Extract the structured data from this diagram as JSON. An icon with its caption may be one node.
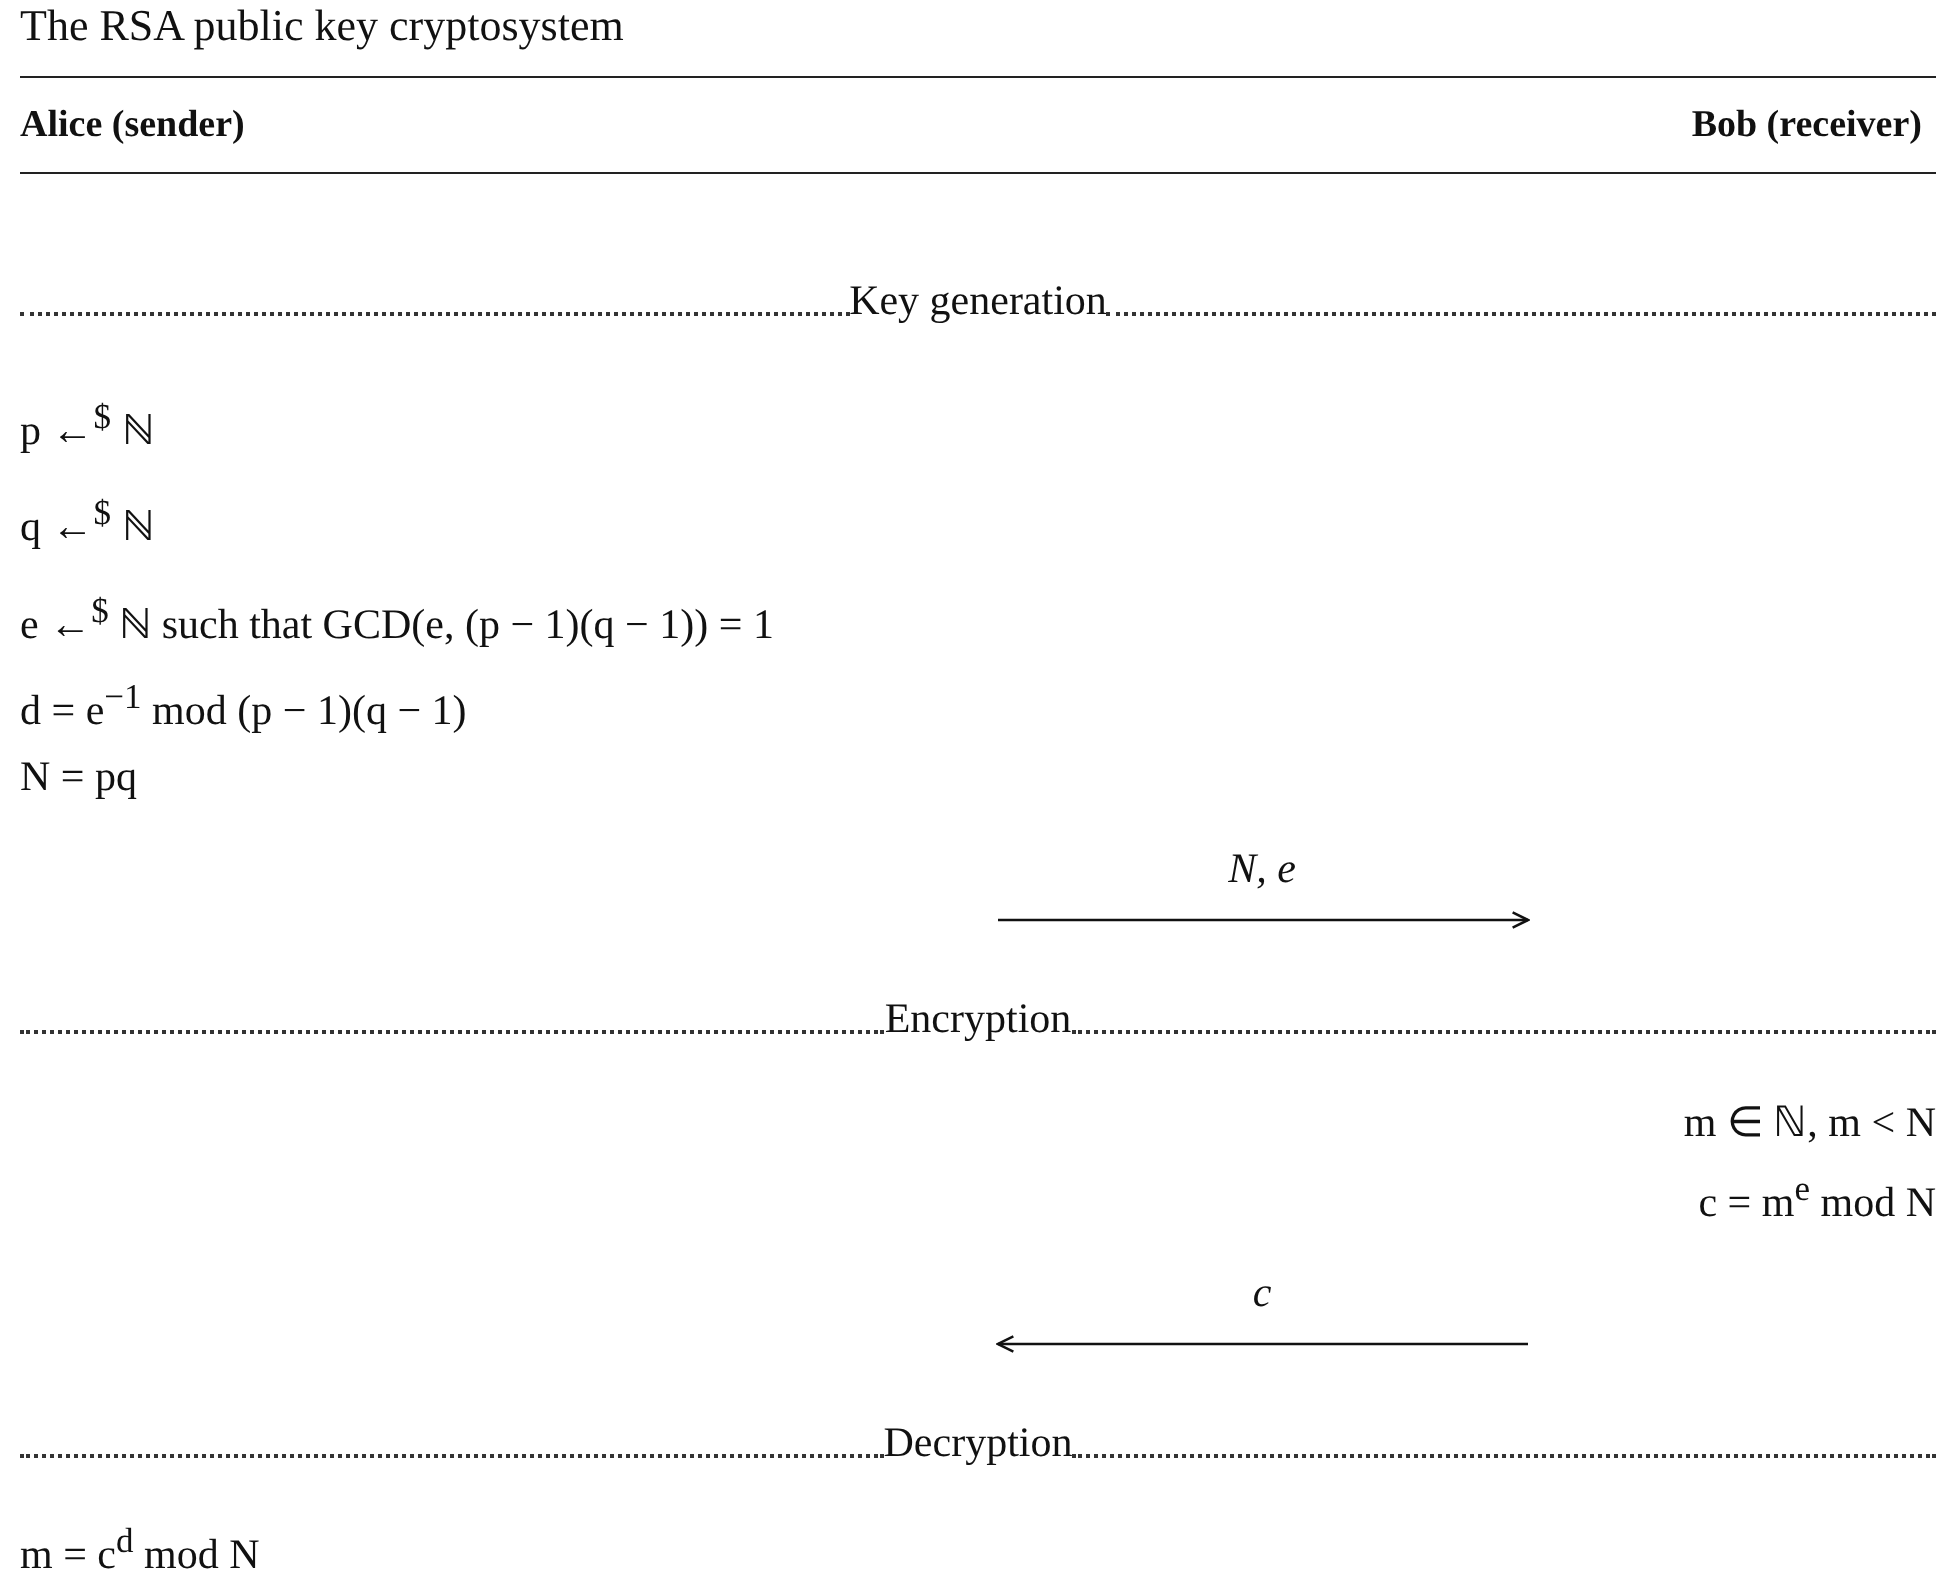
{
  "diagram": {
    "title": "The RSA public key cryptosystem",
    "labels": [
      "Alice (sender)",
      "Bob (receiver)",
      "Key generation",
      "p ←$^{$}$ ℕ",
      "q ←$^{$}$ ℕ",
      "e ←$^{$}$ ℕ such that GCD(e, (p − 1)(q − 1)) = 1",
      "d = e$^{−1}$ mod (p − 1)(q − 1)",
      "N = pq",
      "N, e",
      "Encryption",
      "m ∈ ℕ, m < N",
      "c = m$^{e}$ mod N",
      "c",
      "Decryption",
      "m = c$^{d}$ mod N"
    ]
  }
}
